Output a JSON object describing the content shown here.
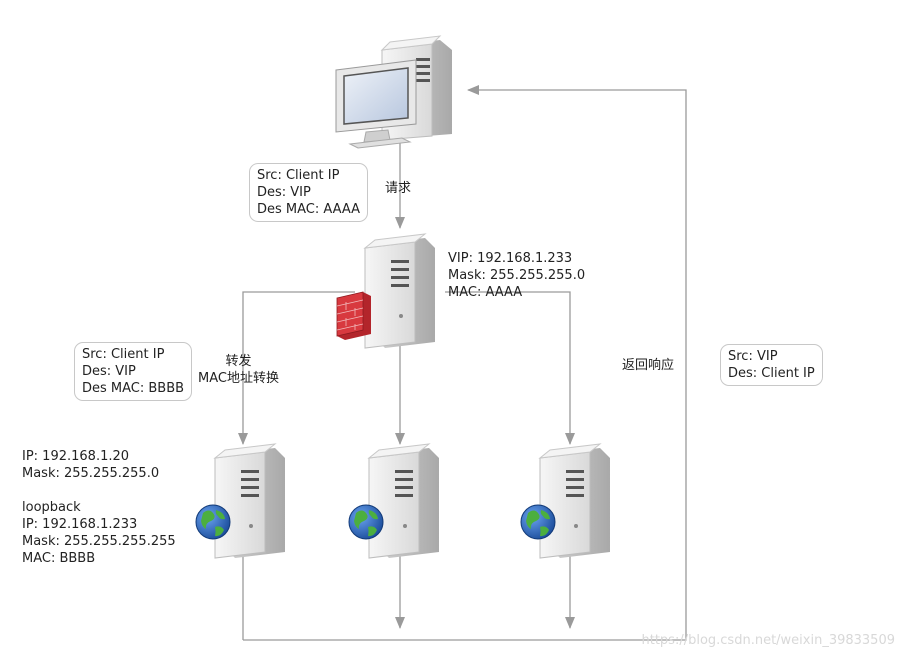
{
  "client_packet": {
    "line1": "Src: Client IP",
    "line2": "Des: VIP",
    "line3": "Des MAC: AAAA"
  },
  "request_label": "请求",
  "lb_info": {
    "line1": "VIP: 192.168.1.233",
    "line2": "Mask: 255.255.255.0",
    "line3": "MAC: AAAA"
  },
  "forward_packet": {
    "line1": "Src: Client IP",
    "line2": "Des: VIP",
    "line3": "Des MAC: BBBB"
  },
  "forward_label": {
    "line1": "转发",
    "line2": "MAC地址转换"
  },
  "return_label": "返回响应",
  "return_packet": {
    "line1": "Src: VIP",
    "line2": "Des: Client IP"
  },
  "real_server_info": {
    "ip": "IP: 192.168.1.20",
    "mask": "Mask: 255.255.255.0",
    "loopback": "loopback",
    "lo_ip": "IP: 192.168.1.233",
    "lo_mask": "Mask: 255.255.255.255",
    "lo_mac": "MAC: BBBB"
  },
  "watermark": "https://blog.csdn.net/weixin_39833509",
  "colors": {
    "line": "#9a9a9a",
    "server": "#e6e6e6",
    "firewall": "#c0282d",
    "globe_sea": "#2a63b8",
    "globe_land": "#3a9a3a"
  },
  "icons": [
    "desktop-computer-icon",
    "server-tower-icon",
    "firewall-icon",
    "globe-icon"
  ]
}
